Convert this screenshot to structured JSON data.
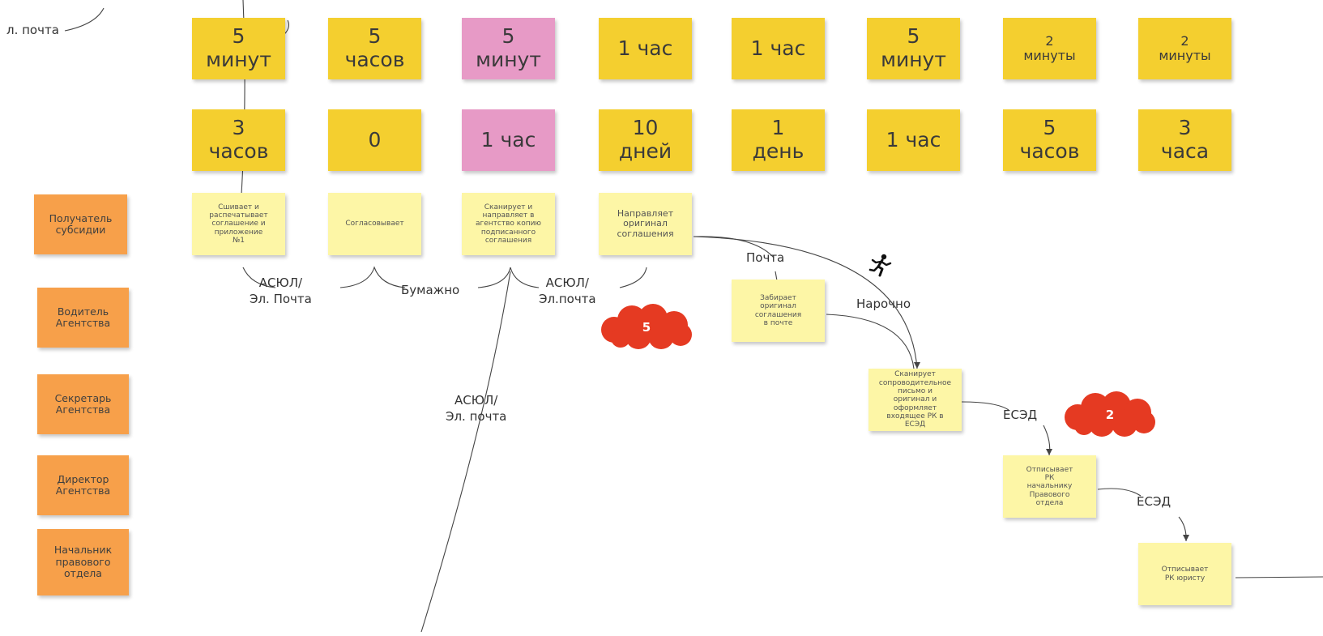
{
  "top_left_label": "л. почта",
  "time_rows": [
    [
      "5\nминут",
      "5\nчасов",
      "5\nминут",
      "1 час",
      "1 час",
      "5\nминут",
      "2\nминуты",
      "2\nминуты"
    ],
    [
      "3\nчасов",
      "0",
      "1 час",
      "10\nдней",
      "1\nдень",
      "1 час",
      "5\nчасов",
      "3\nчаса"
    ]
  ],
  "roles": [
    "Получатель\nсубсидии",
    "Водитель\nАгентства",
    "Секретарь\nАгентства",
    "Директор\nАгентства",
    "Начальник\nправового\nотдела"
  ],
  "tasks": {
    "t1": "Сшивает и\nраспечатывает\nсоглашение и\nприложение\n№1",
    "t2": "Согласовывает",
    "t3": "Сканирует и\nнаправляет в\nагентство копию\nподписанного\nсоглашения",
    "t4": "Направляет\nоригинал\nсоглашения",
    "t5": "Забирает\nоригинал\nсоглашения\nв почте",
    "t6": "Сканирует\nсопроводительное\nписьмо и\nоригинал и\nоформляет\nвходящее РК в\nЕСЭД",
    "t7": "Отписывает\nРК\nначальнику\nПравового\nотдела",
    "t8": "Отписывает\nРК юристу"
  },
  "edge_labels": {
    "asyul_1": "АСЮЛ/\nЭл. Почта",
    "paper": "Бумажно",
    "asyul_2": "АСЮЛ/\nЭл.почта",
    "asyul_3": "АСЮЛ/\nЭл. почта",
    "post": "Почта",
    "courier": "Нарочно",
    "esed_1": "ЕСЭД",
    "esed_2": "ЕСЭД"
  },
  "clouds": {
    "c1": "5",
    "c2": "2"
  },
  "colors": {
    "time_yellow": "#f4cf2f",
    "time_pink": "#e79ac6",
    "task_yellow": "#fdf6a6",
    "role_orange": "#f7a04a",
    "cloud_red": "#e53a22"
  },
  "icons": {
    "runner": "running-person-icon"
  }
}
